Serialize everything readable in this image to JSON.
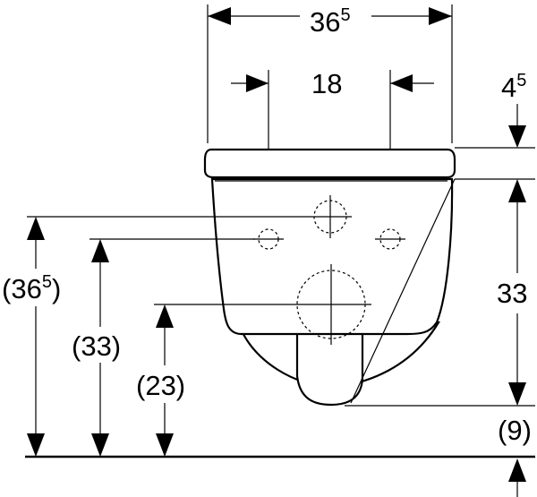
{
  "dimensions": {
    "width_total": {
      "main": "36",
      "sup": "5"
    },
    "inlet_spacing": {
      "main": "18"
    },
    "seat_thickness": {
      "main": "4",
      "sup": "5"
    },
    "bowl_height": {
      "main": "33"
    },
    "top_height": {
      "open": "(",
      "main": "36",
      "sup": "5",
      "close": ")"
    },
    "mid_height": {
      "main": "(33)"
    },
    "outlet_height": {
      "main": "(23)"
    },
    "floor_gap": {
      "main": "(9)"
    }
  }
}
